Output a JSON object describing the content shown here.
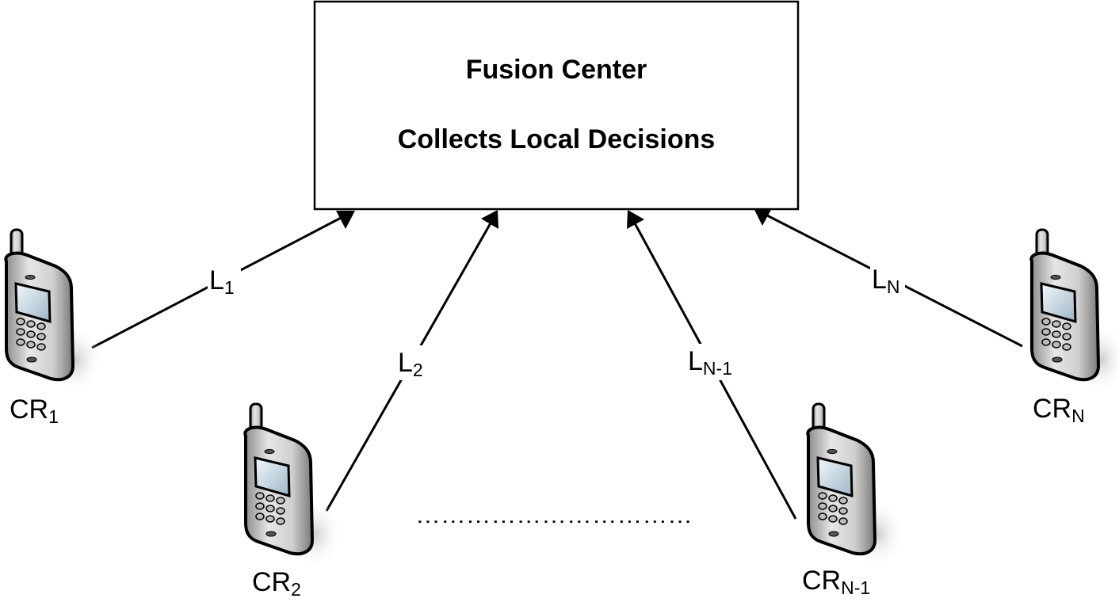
{
  "fusion_center": {
    "title": "Fusion Center",
    "subtitle": "Collects Local Decisions"
  },
  "links": [
    {
      "id": "l1",
      "base": "L",
      "sub": "1"
    },
    {
      "id": "l2",
      "base": "L",
      "sub": "2"
    },
    {
      "id": "ln1",
      "base": "L",
      "sub": "N-1"
    },
    {
      "id": "ln",
      "base": "L",
      "sub": "N"
    }
  ],
  "radios": [
    {
      "id": "cr1",
      "base": "CR",
      "sub": "1"
    },
    {
      "id": "cr2",
      "base": "CR",
      "sub": "2"
    },
    {
      "id": "crn1",
      "base": "CR",
      "sub": "N-1"
    },
    {
      "id": "crn",
      "base": "CR",
      "sub": "N"
    }
  ],
  "ellipsis": "……………………………",
  "icon": "mobile-phone-icon"
}
